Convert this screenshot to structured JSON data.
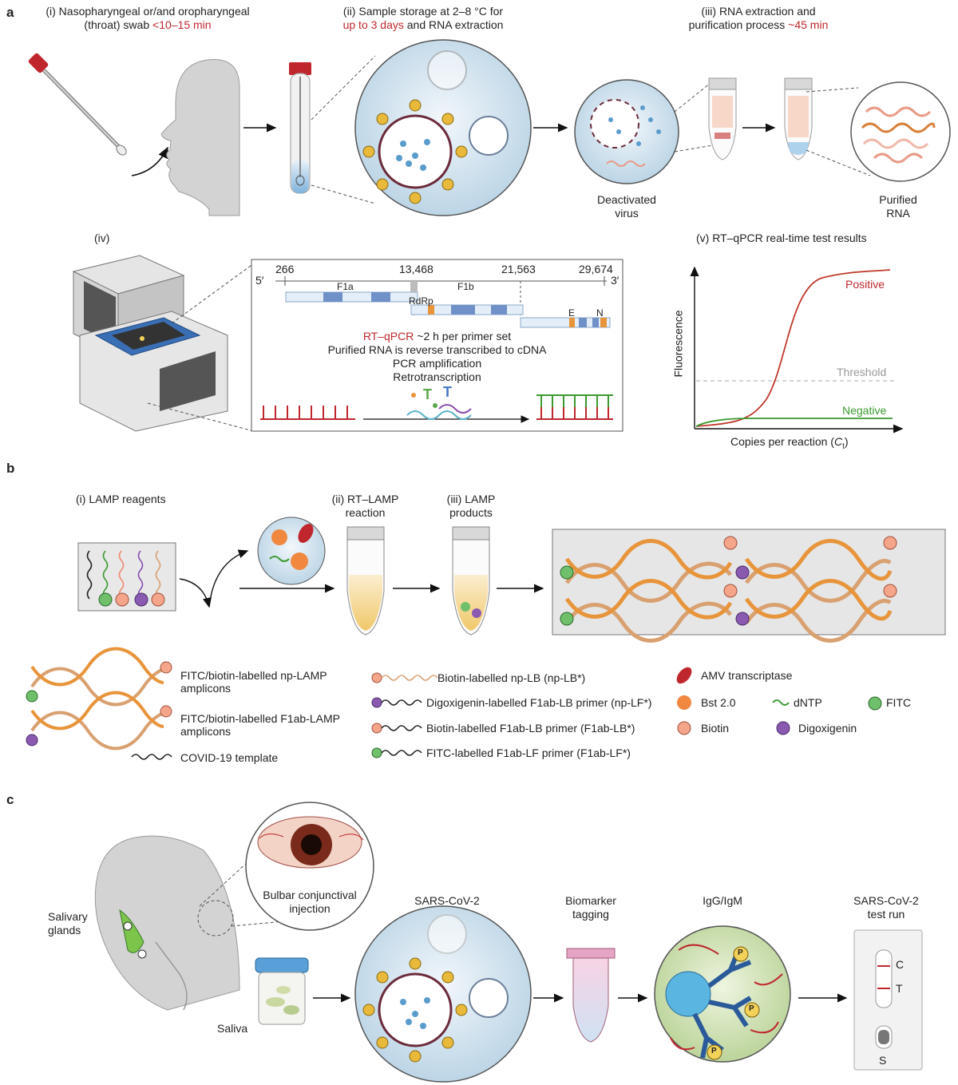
{
  "panel_a": {
    "letter": "a",
    "step1": {
      "line1": "(i) Nasopharyngeal or/and oropharyngeal",
      "line2a": "(throat) swab ",
      "time": "<10–15 min"
    },
    "step2": {
      "line1": "(ii) Sample storage at 2–8 °C for",
      "time": "up to 3 days",
      "line2b": " and RNA extraction"
    },
    "step3": {
      "line1": "(iii) RNA extraction and",
      "line2a": "purification process ",
      "time": "~45 min"
    },
    "deactivated": [
      "Deactivated",
      "virus"
    ],
    "purified": [
      "Purified",
      "RNA"
    ],
    "step4": "(iv)",
    "genome": {
      "five": "5′",
      "three": "3′",
      "pos1": "266",
      "pos2": "13,468",
      "pos3": "21,563",
      "pos4": "29,674",
      "f1a": "F1a",
      "f1b": "F1b",
      "rdrp": "RdRp",
      "e": "E",
      "n": "N"
    },
    "qpcr": {
      "red": "RT–qPCR",
      "rest": " ~2 h per primer set",
      "l2": "Purified RNA is reverse transcribed to cDNA",
      "l3": "PCR amplification",
      "l4": "Retrotranscription"
    },
    "step5": "(v) RT–qPCR real-time test results",
    "chart": {
      "ylabel": "Fluorescence",
      "xlabel": "Copies per reaction (",
      "xlabel_sym": "C",
      "xlabel_sub": "t",
      "xlabel_end": ")",
      "positive": "Positive",
      "threshold": "Threshold",
      "negative": "Negative"
    }
  },
  "panel_b": {
    "letter": "b",
    "step1": "(i) LAMP reagents",
    "step2": [
      "(ii) RT–LAMP",
      "reaction"
    ],
    "step3": [
      "(iii) LAMP",
      "products"
    ],
    "legend": {
      "fitc_np": [
        "FITC/biotin-labelled np-LAMP",
        "amplicons"
      ],
      "fitc_f1ab": [
        "FITC/biotin-labelled F1ab-LAMP",
        "amplicons"
      ],
      "template": "COVID-19 template",
      "biotin_np_lb": "Biotin-labelled np-LB (np-LB*)",
      "dig_f1ab": "Digoxigenin-labelled F1ab-LB primer (np-LF*)",
      "biotin_f1ab": "Biotin-labelled F1ab-LB primer (F1ab-LB*)",
      "fitc_f1ab_lf": "FITC-labelled F1ab-LF primer (F1ab-LF*)",
      "amv": "AMV transcriptase",
      "bst": "Bst 2.0",
      "dntp": "dNTP",
      "fitc": "FITC",
      "biotin": "Biotin",
      "digoxigenin": "Digoxigenin"
    }
  },
  "panel_c": {
    "letter": "c",
    "salivary": [
      "Salivary",
      "glands"
    ],
    "saliva": "Saliva",
    "bulbar": [
      "Bulbar conjunctival",
      "injection"
    ],
    "sars": "SARS-CoV-2",
    "biomarker": [
      "Biomarker",
      "tagging"
    ],
    "igg": "IgG/IgM",
    "test": [
      "SARS-CoV-2",
      "test run"
    ],
    "strip": {
      "c": "C",
      "t": "T",
      "s": "S",
      "p": "P"
    }
  },
  "colors": {
    "accent_red": "#c0272d",
    "positive": "#c0392b",
    "negative": "#3a9a2f",
    "threshold": "#aaaaaa",
    "biotin": "#f4a58a",
    "fitc": "#4caf50",
    "dig": "#7b4fa0",
    "circle_bg": "#d7e7f1"
  }
}
